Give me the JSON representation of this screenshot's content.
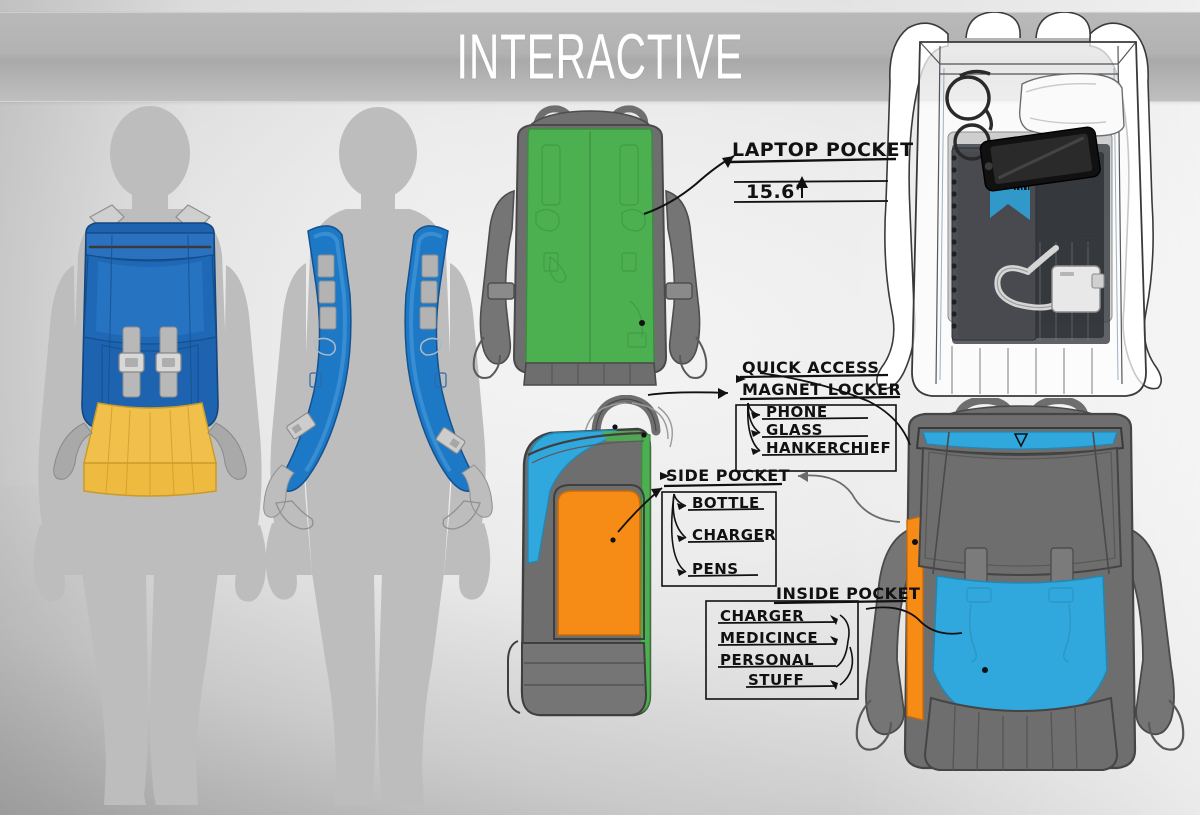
{
  "banner": {
    "title": "INTERACTIVE",
    "bg_color": "#b2b2b2",
    "text_color": "#ffffff"
  },
  "board": {
    "background_color": "#dcdcdc",
    "type": "product-design-presentation-board",
    "subject": "backpack"
  },
  "palette": {
    "backpack_blue": "#1d63b0",
    "backpack_blue_dark": "#14518f",
    "backpack_yellow": "#f0c04a",
    "backpack_yellow_dark": "#d9a833",
    "laptop_green": "#4cb050",
    "quick_access_cyan": "#31a8dd",
    "side_pocket_orange": "#f68c16",
    "body_gray": "#6e6e6e",
    "body_gray_dark": "#5a5a5a",
    "silhouette_gray": "#bdbdbd",
    "strap_gray": "#9a9a9a",
    "ink": "#111111"
  },
  "views": {
    "worn_back": {
      "label": "person wearing backpack, back view",
      "strap_color": "#cfcfcf",
      "body_color": "#1d63b0",
      "bottom_panel_color": "#f0c04a"
    },
    "worn_front": {
      "label": "person wearing backpack, front view showing shoulder straps",
      "strap_color": "#1d79c6"
    },
    "back_panel": {
      "label": "backpack back panel technical view",
      "highlight": "laptop pocket",
      "highlight_color": "#4cb050"
    },
    "side": {
      "label": "backpack side profile technical view",
      "zones": [
        {
          "name": "quick access",
          "color": "#31a8dd"
        },
        {
          "name": "side pocket",
          "color": "#f68c16"
        },
        {
          "name": "laptop pocket",
          "color": "#4cb050"
        }
      ]
    },
    "xray": {
      "label": "transparent backpack showing contents",
      "contents": [
        "glasses",
        "handkerchief",
        "phone",
        "notebook",
        "laptop",
        "charger"
      ]
    },
    "front_open": {
      "label": "backpack front view with pockets highlighted",
      "zones": [
        {
          "name": "inside pocket",
          "color": "#31a8dd"
        },
        {
          "name": "side pocket",
          "color": "#f68c16"
        },
        {
          "name": "quick access",
          "color": "#31a8dd"
        }
      ]
    }
  },
  "annotations": {
    "laptop_pocket": {
      "title": "LAPTOP POCKET",
      "dimension": "15.6\"",
      "has_dimension_arrow": true
    },
    "quick_access": {
      "title": "QUICK ACCESS",
      "subtitle": "MAGNET LOCKER",
      "items": [
        "PHONE",
        "GLASS",
        "HANKERCHIEF"
      ]
    },
    "side_pocket": {
      "title": "SIDE POCKET",
      "items": [
        "BOTTLE",
        "CHARGER",
        "PENS"
      ]
    },
    "inside_pocket": {
      "title": "INSIDE POCKET",
      "items": [
        "CHARGER",
        "MEDICINCE",
        "PERSONAL",
        "STUFF"
      ]
    }
  }
}
